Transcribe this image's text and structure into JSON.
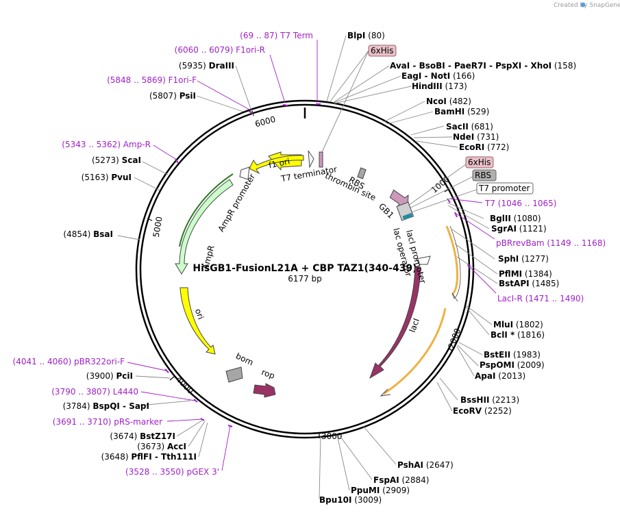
{
  "credit": "Created by SnapGene",
  "title": "HisGB1-FusionL21A + CBP TAZ1(340-439)",
  "length": "6177 bp",
  "ticks": [
    "1000",
    "2000",
    "3000",
    "4000",
    "5000",
    "6000"
  ],
  "enzymes": [
    {
      "name": "BlpI",
      "pos": "(80)"
    },
    {
      "name": "AvaI - BsoBI - PaeR7I - PspXI - XhoI",
      "pos": "(158)"
    },
    {
      "name": "EagI - NotI",
      "pos": "(166)"
    },
    {
      "name": "HindIII",
      "pos": "(173)"
    },
    {
      "name": "NcoI",
      "pos": "(482)"
    },
    {
      "name": "BamHI",
      "pos": "(529)"
    },
    {
      "name": "SacII",
      "pos": "(681)"
    },
    {
      "name": "NdeI",
      "pos": "(731)"
    },
    {
      "name": "EcoRI",
      "pos": "(772)"
    },
    {
      "name": "BglII",
      "pos": "(1080)"
    },
    {
      "name": "SgrAI",
      "pos": "(1121)"
    },
    {
      "name": "SphI",
      "pos": "(1277)"
    },
    {
      "name": "PflMI",
      "pos": "(1384)"
    },
    {
      "name": "BstAPI",
      "pos": "(1485)"
    },
    {
      "name": "MluI",
      "pos": "(1802)"
    },
    {
      "name": "BclI *",
      "pos": "(1816)"
    },
    {
      "name": "BstEII",
      "pos": "(1983)"
    },
    {
      "name": "PspOMI",
      "pos": "(2009)"
    },
    {
      "name": "ApaI",
      "pos": "(2013)"
    },
    {
      "name": "BssHII",
      "pos": "(2213)"
    },
    {
      "name": "EcoRV",
      "pos": "(2252)"
    },
    {
      "name": "PshAI",
      "pos": "(2647)"
    },
    {
      "name": "FspAI",
      "pos": "(2884)"
    },
    {
      "name": "PpuMI",
      "pos": "(2909)"
    },
    {
      "name": "Bpu10I",
      "pos": "(3009)"
    },
    {
      "name": "PflFI - Tth111I",
      "pos": "(3648)"
    },
    {
      "name": "AccI",
      "pos": "(3673)"
    },
    {
      "name": "BstZ17I",
      "pos": "(3674)"
    },
    {
      "name": "BspQI - SapI",
      "pos": "(3784)"
    },
    {
      "name": "PciI",
      "pos": "(3900)"
    },
    {
      "name": "BsaI",
      "pos": "(4854)"
    },
    {
      "name": "PvuI",
      "pos": "(5163)"
    },
    {
      "name": "ScaI",
      "pos": "(5273)"
    },
    {
      "name": "PsiI",
      "pos": "(5807)"
    },
    {
      "name": "DraIII",
      "pos": "(5935)"
    }
  ],
  "primers": [
    {
      "name": "T7 Term",
      "pos": "(69 .. 87)"
    },
    {
      "name": "F1ori-R",
      "pos": "(6060 .. 6079)"
    },
    {
      "name": "F1ori-F",
      "pos": "(5848 .. 5869)"
    },
    {
      "name": "Amp-R",
      "pos": "(5343 .. 5362)"
    },
    {
      "name": "T7",
      "pos": "(1046 .. 1065)"
    },
    {
      "name": "pBRrevBam",
      "pos": "(1149 .. 1168)"
    },
    {
      "name": "LacI-R",
      "pos": "(1471 .. 1490)"
    },
    {
      "name": "pBR322ori-F",
      "pos": "(4041 .. 4060)"
    },
    {
      "name": "L4440",
      "pos": "(3790 .. 3807)"
    },
    {
      "name": "pRS-marker",
      "pos": "(3691 .. 3710)"
    },
    {
      "name": "pGEX 3'",
      "pos": "(3528 .. 3550)"
    }
  ],
  "boxed_labels": [
    "6xHis",
    "6xHis",
    "RBS",
    "T7 promoter"
  ],
  "features": [
    "f1 ori",
    "T7 terminator",
    "RBS",
    "thrombin site",
    "GB1",
    "AmpR promoter",
    "AmpR",
    "lacI promoter",
    "lac operator",
    "lacI",
    "ori",
    "bom",
    "rop"
  ],
  "colors": {
    "primer": "#a020c8",
    "f1ori": "#ffff00",
    "ampr": "#ccffcc",
    "lacI": "#993366",
    "ori": "#ffff00",
    "rop": "#993366",
    "bom": "#a6a6a6",
    "gb1": "#cc99bb",
    "his_box": "#e8c0c8",
    "rbs_box": "#b0b0b0",
    "orf_arc": "#f0b040"
  }
}
